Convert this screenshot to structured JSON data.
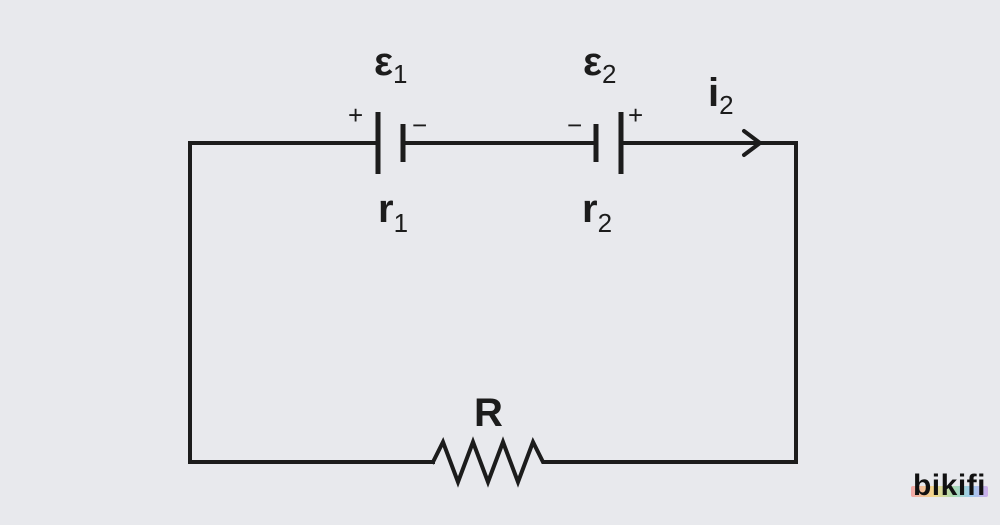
{
  "circuit": {
    "battery1": {
      "emf_symbol": "ε",
      "emf_sub": "1",
      "r_symbol": "r",
      "r_sub": "1",
      "plus": "+",
      "minus": "−"
    },
    "battery2": {
      "emf_symbol": "ε",
      "emf_sub": "2",
      "r_symbol": "r",
      "r_sub": "2",
      "plus": "+",
      "minus": "−"
    },
    "current": {
      "symbol": "i",
      "sub": "2"
    },
    "resistor": {
      "label": "R"
    }
  },
  "branding": {
    "logo_text": "bikifi"
  },
  "colors": {
    "background": "#e8e9ed",
    "ink": "#1c1c1c"
  }
}
